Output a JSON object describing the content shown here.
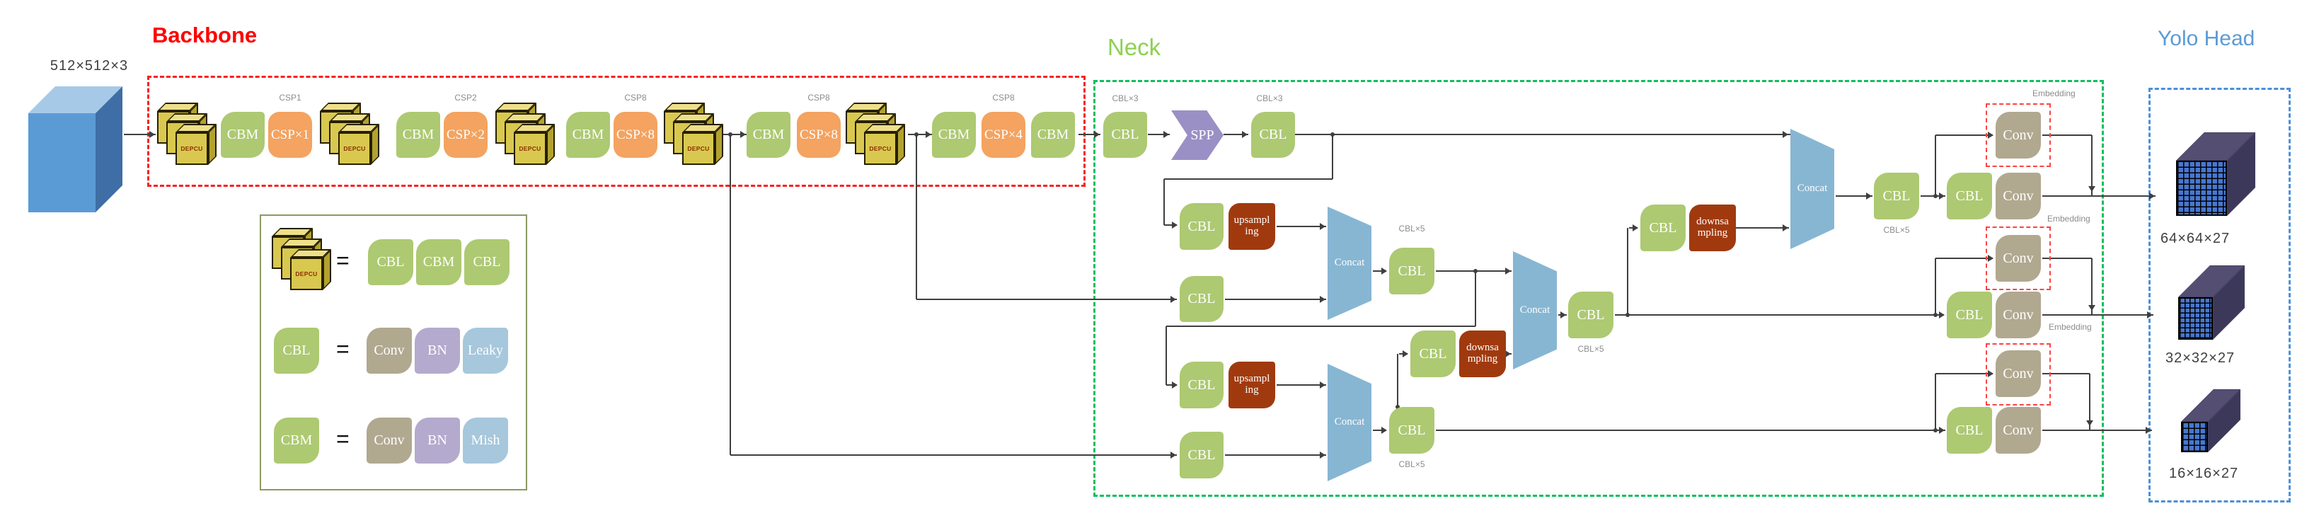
{
  "titles": {
    "backbone": "Backbone",
    "neck": "Neck",
    "yolo_head": "Yolo Head"
  },
  "input": {
    "dim_label": "512×512×3"
  },
  "backbone": {
    "depcu_label": "DEPCU",
    "cbm_label": "CBM",
    "stage_labels": [
      "CSP1",
      "CSP2",
      "CSP8",
      "CSP8",
      "CSP8"
    ],
    "csp_blocks": [
      "CSP×1",
      "CSP×2",
      "CSP×8",
      "CSP×8",
      "CSP×4"
    ]
  },
  "neck": {
    "cbl_label": "CBL",
    "spp_label": "SPP",
    "concat_label": "Concat",
    "upsampling_label": "upsampl\ning",
    "downsampling_label": "downsa\nmpling",
    "cbl3_label": "CBL×3",
    "cbl5_label": "CBL×5",
    "conv_label": "Conv",
    "embedding_label": "Embedding"
  },
  "yolo_head": {
    "outputs": [
      "64×64×27",
      "32×32×27",
      "16×16×27"
    ]
  },
  "legend": {
    "equals": "=",
    "depcu_row": [
      "CBL",
      "CBM",
      "CBL"
    ],
    "cbl_row_lhs": "CBL",
    "cbl_row": [
      "Conv",
      "BN",
      "Leaky"
    ],
    "cbm_row_lhs": "CBM",
    "cbm_row": [
      "Conv",
      "BN",
      "Mish"
    ]
  },
  "colors": {
    "backbone_title": "#ff0000",
    "neck_title": "#8ed052",
    "yolo_head_title": "#5b9bd5",
    "block_green": "#adc972",
    "block_orange": "#f4a360",
    "block_brown": "#a03a0e",
    "concat_blue": "#87b6d3",
    "spp_purple": "#9a90c5",
    "conv_tan": "#b1a890",
    "bn_lavender": "#b4aacd",
    "activation_blue": "#a6c7dc",
    "depcu_yellow": "#d9c84f",
    "backbone_box": "#fb1f1f",
    "neck_box": "#0fbf5f",
    "head_box": "#4a90d9",
    "embedding_box": "#fb4343"
  }
}
